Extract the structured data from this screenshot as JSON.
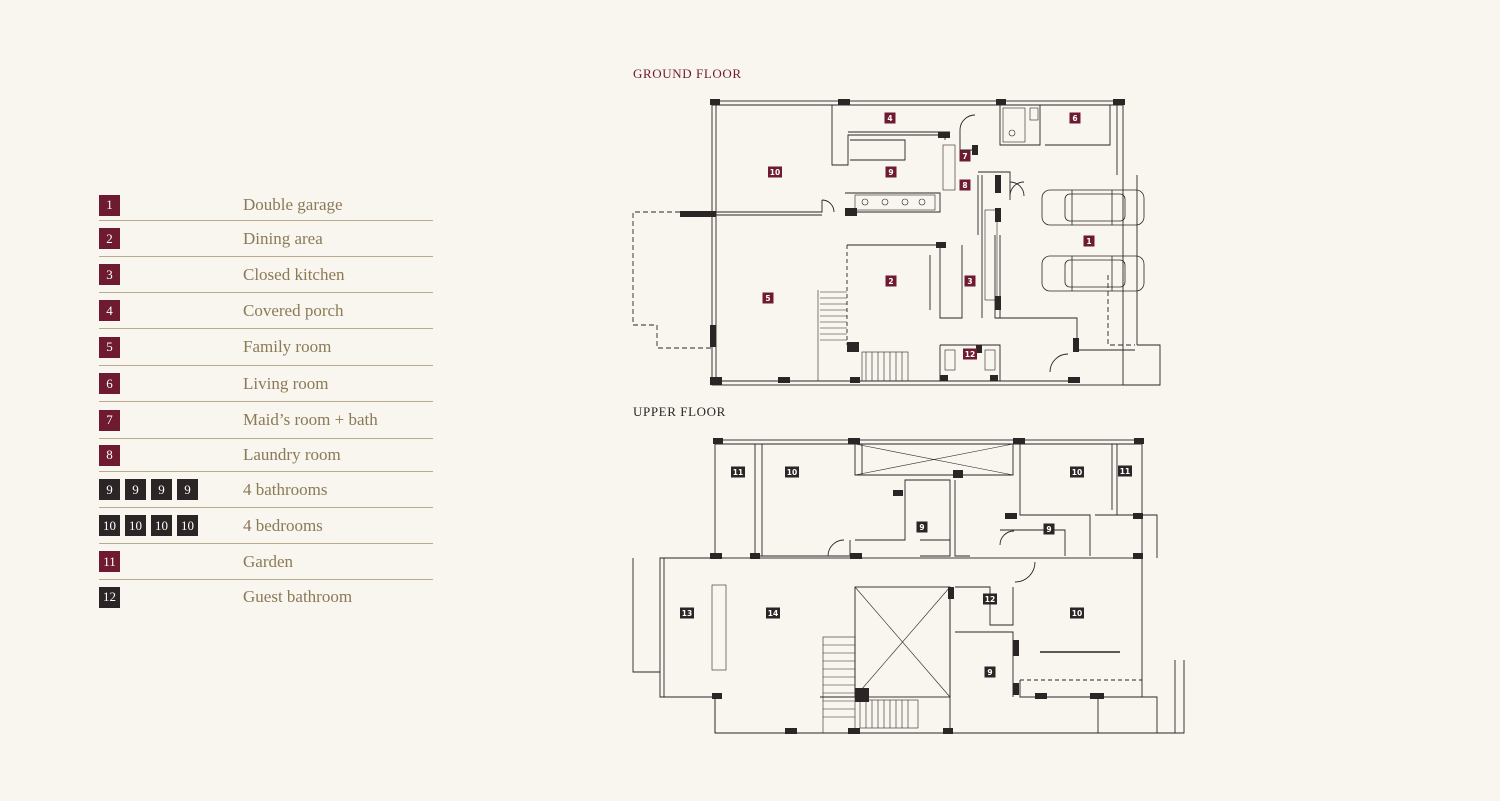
{
  "legend": [
    {
      "badges": [
        "1"
      ],
      "color": "red",
      "label": "Double garage"
    },
    {
      "badges": [
        "2"
      ],
      "color": "red",
      "label": "Dining area"
    },
    {
      "badges": [
        "3"
      ],
      "color": "red",
      "label": "Closed kitchen"
    },
    {
      "badges": [
        "4"
      ],
      "color": "red",
      "label": "Covered porch"
    },
    {
      "badges": [
        "5"
      ],
      "color": "red",
      "label": "Family room"
    },
    {
      "badges": [
        "6"
      ],
      "color": "red",
      "label": "Living room"
    },
    {
      "badges": [
        "7"
      ],
      "color": "red",
      "label": "Maid’s room + bath"
    },
    {
      "badges": [
        "8"
      ],
      "color": "red",
      "label": "Laundry room"
    },
    {
      "badges": [
        "9",
        "9",
        "9",
        "9"
      ],
      "color": "dark",
      "label": "4 bathrooms"
    },
    {
      "badges": [
        "10",
        "10",
        "10",
        "10"
      ],
      "color": "dark",
      "label": "4 bedrooms"
    },
    {
      "badges": [
        "11"
      ],
      "color": "red",
      "label": "Garden"
    },
    {
      "badges": [
        "12"
      ],
      "color": "dark",
      "label": "Guest bathroom"
    }
  ],
  "ground_floor": {
    "title": "GROUND FLOOR",
    "title_color": "#6e1a30",
    "rooms": [
      "4",
      "6",
      "10",
      "9",
      "7",
      "8",
      "1",
      "2",
      "3",
      "5",
      "12"
    ]
  },
  "upper_floor": {
    "title": "UPPER FLOOR",
    "title_color": "#2b2526",
    "rooms": [
      "11",
      "10",
      "10",
      "11",
      "9",
      "9",
      "13",
      "14",
      "12",
      "10",
      "9"
    ]
  },
  "colors": {
    "red": "#6e1a30",
    "dark": "#2b2526",
    "line": "#2b2526",
    "background": "#f9f5ef"
  }
}
